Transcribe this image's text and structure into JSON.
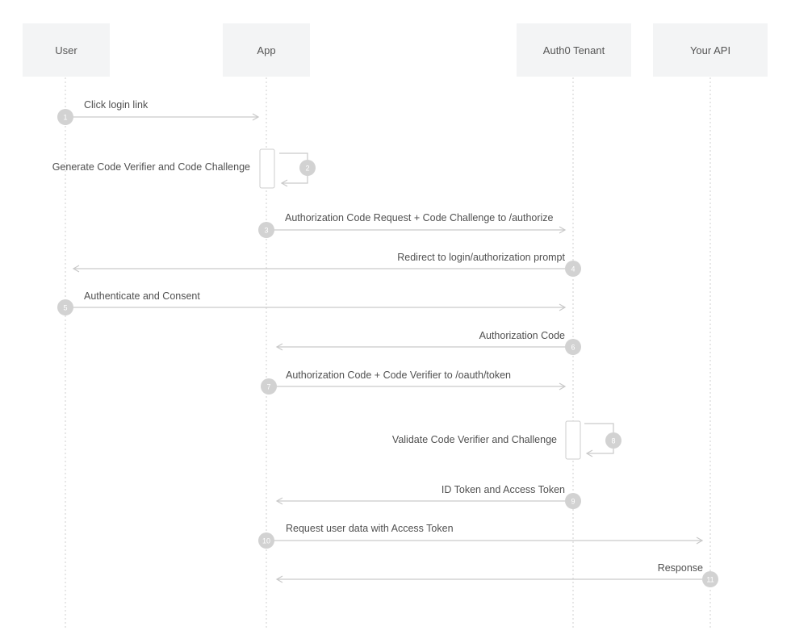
{
  "actors": {
    "user": "User",
    "app": "App",
    "auth": "Auth0 Tenant",
    "api": "Your API"
  },
  "steps": [
    {
      "num": "1",
      "label": "Click login link"
    },
    {
      "num": "2",
      "label": "Generate Code Verifier and Code Challenge"
    },
    {
      "num": "3",
      "label": "Authorization Code Request + Code Challenge to /authorize"
    },
    {
      "num": "4",
      "label": "Redirect to login/authorization prompt"
    },
    {
      "num": "5",
      "label": "Authenticate and Consent"
    },
    {
      "num": "6",
      "label": "Authorization Code"
    },
    {
      "num": "7",
      "label": "Authorization Code + Code Verifier to /oauth/token"
    },
    {
      "num": "8",
      "label": "Validate Code Verifier and Challenge"
    },
    {
      "num": "9",
      "label": "ID Token and Access Token"
    },
    {
      "num": "10",
      "label": "Request user data with Access Token"
    },
    {
      "num": "11",
      "label": "Response"
    }
  ]
}
